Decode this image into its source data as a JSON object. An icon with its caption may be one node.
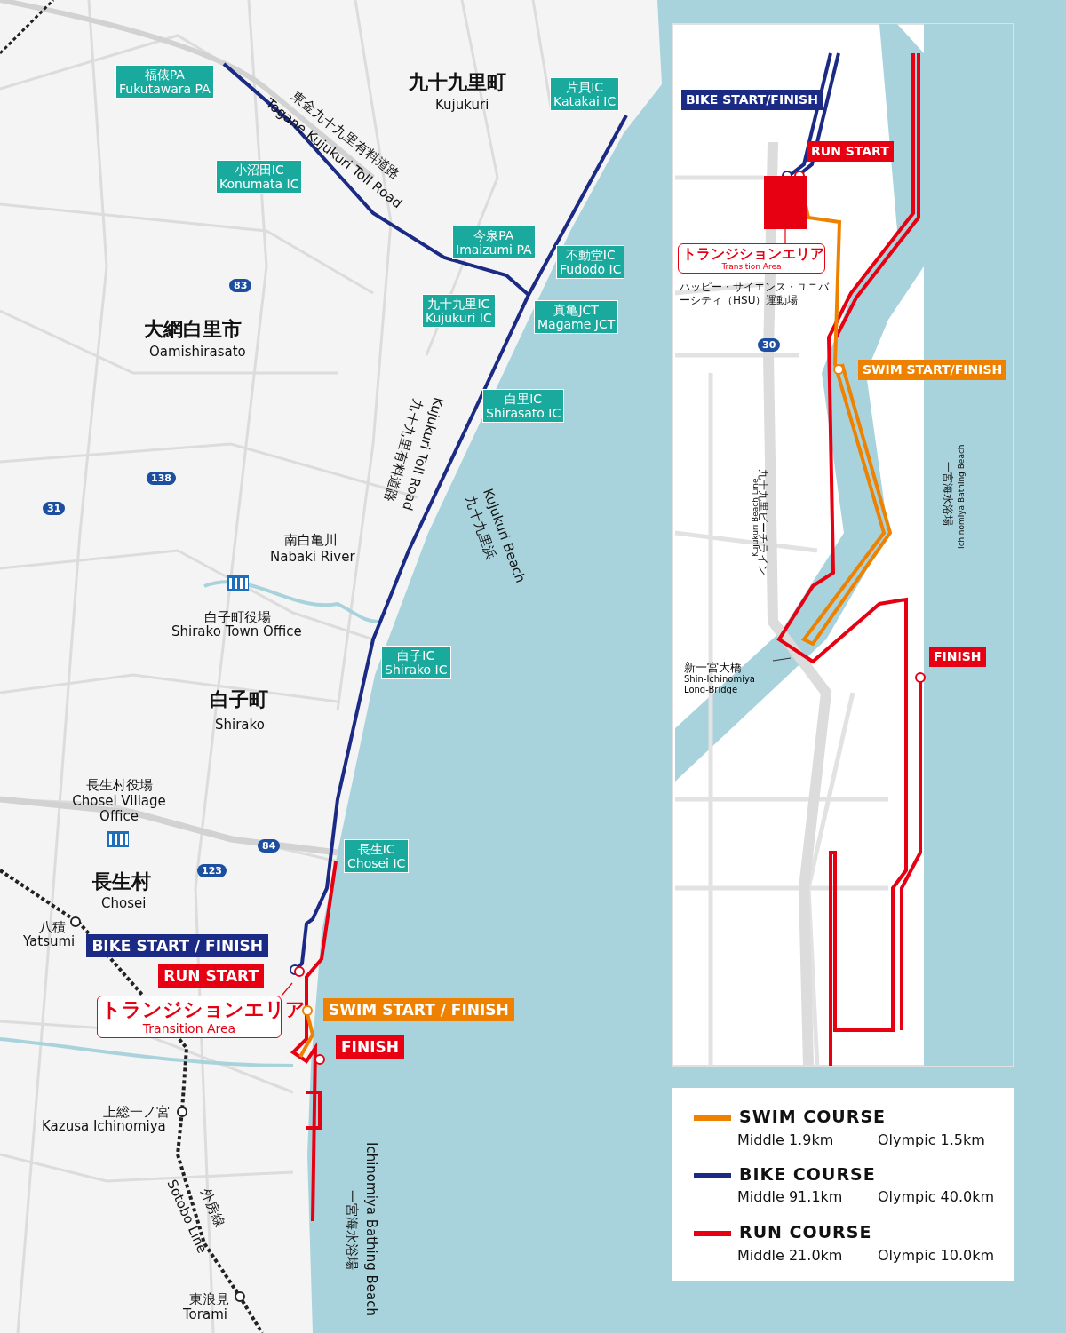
{
  "diagram": {
    "nodes": [
      {
        "text": [
          "福俵PA",
          "Fukutawara PA"
        ]
      },
      {
        "text": [
          "片貝IC",
          "Katakai IC"
        ]
      },
      {
        "text": [
          "小沼田IC",
          "Konumata IC"
        ]
      },
      {
        "text": [
          "今泉PA",
          "Imaizumi PA"
        ]
      },
      {
        "text": [
          "不動堂IC",
          "Fudodo IC"
        ]
      },
      {
        "text": [
          "九十九里IC",
          "Kujukuri IC"
        ]
      },
      {
        "text": [
          "真亀JCT",
          "Magame JCT"
        ]
      },
      {
        "text": [
          "白里IC",
          "Shirasato IC"
        ]
      },
      {
        "text": [
          "白子IC",
          "Shirako IC"
        ]
      },
      {
        "text": [
          "長生IC",
          "Chosei IC"
        ]
      },
      {
        "text": [
          "BIKE START / FINISH"
        ]
      },
      {
        "text": [
          "RUN START"
        ]
      },
      {
        "text": [
          "トランジションエリア",
          "Transition Area"
        ]
      },
      {
        "text": [
          "SWIM START / FINISH"
        ]
      },
      {
        "text": [
          "FINISH"
        ]
      },
      {
        "text": [
          "BIKE START/FINISH"
        ]
      },
      {
        "text": [
          "RUN START"
        ]
      },
      {
        "text": [
          "トランジションエリア",
          "Transition Area"
        ]
      },
      {
        "text": [],
        "shape": "box"
      },
      {
        "text": [
          "SWIM START/FINISH"
        ]
      },
      {
        "text": [
          "FINISH"
        ]
      },
      {
        "text": [
          "新一宮大橋",
          "Shin-Ichinomiya Long-Bridge"
        ]
      }
    ],
    "edges": [
      {
        "from": 12,
        "to": null,
        "arrow": "none"
      },
      {
        "from": 17,
        "to": 18,
        "arrow": "none"
      },
      {
        "from": 21,
        "to": null,
        "arrow": "none",
        "color": "#333333"
      }
    ],
    "labels": [
      "九十九里町",
      "Kujukuri",
      "東金九十九里有料道路",
      "Togane Kujukuri Toll Road",
      "83",
      "大網白里市",
      "Oamishirasato",
      "九十九里有料道路",
      "Kujukuri Toll Road",
      "138",
      "31",
      "Kujukuri Beach",
      "九十九里浜",
      "南白亀川",
      "Nabaki River",
      "白子町役場",
      "Shirako Town Office",
      "白子町",
      "Shirako",
      "長生村役場",
      "Chosei Village Office",
      "84",
      "123",
      "長生村",
      "Chosei",
      "八積",
      "Yatsumi",
      "上総一ノ宮",
      "Kazusa Ichinomiya",
      "Sotobo Line",
      "外房線",
      "東浪見",
      "Torami",
      "Ichinomiya Bathing Beach",
      "一宮海水浴場",
      "ハッピー・サイエンス・ユニバーシティ（HSU）運動場",
      "30",
      "Kujukuri Beach Line",
      "九十九里ビーチライン",
      "一宮海水浴場",
      "Ichinomiya Bathing Beach",
      "Middle 1.9km",
      "Olympic 1.5km",
      "Middle 91.1km",
      "Olympic 40.0km",
      "Middle 21.0km",
      "Olympic 10.0km"
    ],
    "legend": [
      {
        "text": "SWIM COURSE"
      },
      {
        "text": "BIKE COURSE"
      },
      {
        "text": "RUN COURSE"
      }
    ]
  }
}
